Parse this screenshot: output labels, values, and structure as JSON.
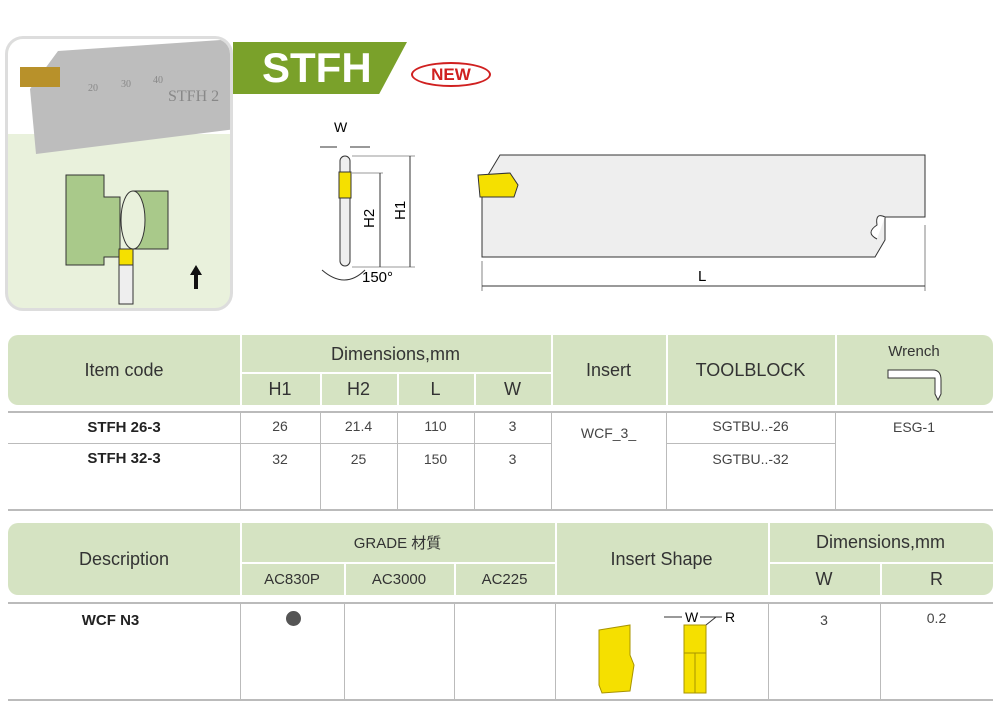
{
  "header": {
    "title": "STFH",
    "badge": "NEW"
  },
  "photo": {
    "ruler_marks": [
      "20",
      "30",
      "40"
    ],
    "engraving": "STFH 2"
  },
  "diagram": {
    "w": "W",
    "h1": "H1",
    "h2": "H2",
    "angle": "150°",
    "l": "L"
  },
  "table1": {
    "headers": {
      "item_code": "Item code",
      "dimensions": "Dimensions,mm",
      "h1": "H1",
      "h2": "H2",
      "l": "L",
      "w": "W",
      "insert": "Insert",
      "toolblock": "TOOLBLOCK",
      "wrench": "Wrench"
    },
    "rows": [
      {
        "code": "STFH 26-3",
        "h1": "26",
        "h2": "21.4",
        "l": "110",
        "w": "3",
        "toolblock": "SGTBU..-26"
      },
      {
        "code": "STFH 32-3",
        "h1": "32",
        "h2": "25",
        "l": "150",
        "w": "3",
        "toolblock": "SGTBU..-32"
      }
    ],
    "insert": "WCF_3_",
    "wrench": "ESG-1"
  },
  "table2": {
    "headers": {
      "description": "Description",
      "grade": "GRADE 材質",
      "ac830p": "AC830P",
      "ac3000": "AC3000",
      "ac225": "AC225",
      "insert_shape": "Insert Shape",
      "dimensions": "Dimensions,mm",
      "w": "W",
      "r": "R"
    },
    "rows": [
      {
        "description": "WCF N3",
        "ac830p": true,
        "ac3000": false,
        "ac225": false,
        "w": "3",
        "r": "0.2"
      }
    ],
    "shape_labels": {
      "w": "W",
      "r": "R"
    }
  },
  "colors": {
    "accent": "#7aa12a",
    "header_bg": "#d5e3c2",
    "insert": "#f5e000",
    "new": "#d02020"
  }
}
